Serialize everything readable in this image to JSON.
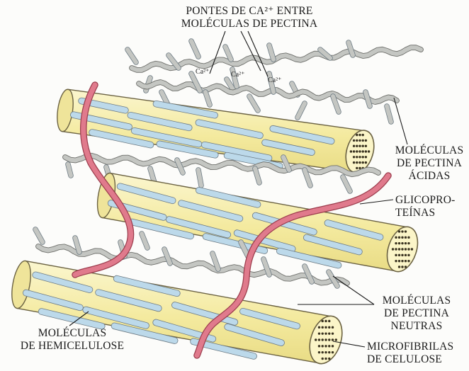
{
  "labels": {
    "calcium_bridges": {
      "line1": "PONTES DE CA²⁺ ENTRE",
      "line2": "MOLÉCULAS DE PECTINA"
    },
    "acidic_pectin": {
      "line1": "MOLÉCULAS",
      "line2": "DE PECTINA",
      "line3": "ÁCIDAS"
    },
    "glycoproteins": {
      "line1": "GLICOPRO-",
      "line2": "TEÍNAS"
    },
    "neutral_pectin": {
      "line1": "MOLÉCULAS",
      "line2": "DE PECTINA",
      "line3": "NEUTRAS"
    },
    "cellulose_microfibrils": {
      "line1": "MICROFIBRILAS",
      "line2": "DE CELULOSE"
    },
    "hemicellulose": {
      "line1": "MOLÉCULAS",
      "line2": "DE HEMICELULOSE"
    }
  },
  "calcium_tags": [
    "Ca²⁺",
    "Ca²⁺",
    "Ca²⁺"
  ],
  "colors": {
    "microfibril": "#f7efb0",
    "microfibril_edge": "#6b6242",
    "hemicellulose": "#bcd9ea",
    "pectin": "#c4c6c2",
    "glycoprotein": "#e07a8c",
    "fibril_core": "#3a3320"
  }
}
